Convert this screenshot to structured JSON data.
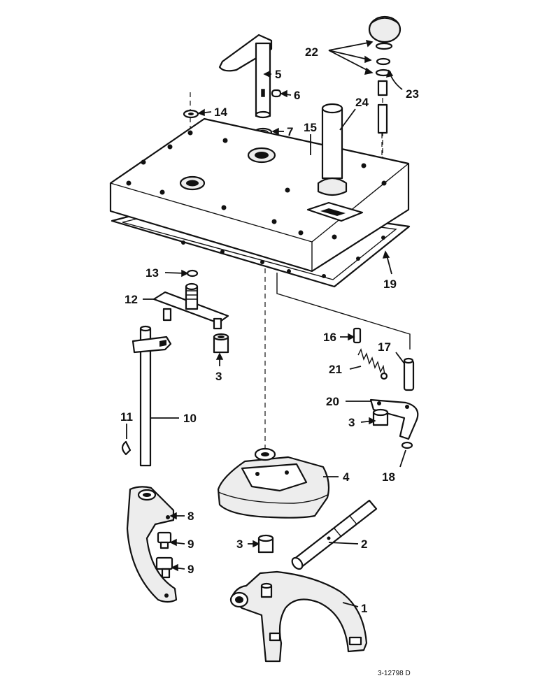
{
  "figure": {
    "drawing_number": "3-12798 D",
    "callouts": [
      "1",
      "2",
      "3",
      "4",
      "5",
      "6",
      "7",
      "8",
      "9",
      "10",
      "11",
      "12",
      "13",
      "14",
      "15",
      "16",
      "17",
      "18",
      "19",
      "20",
      "21",
      "22",
      "23",
      "24"
    ]
  },
  "labels": {
    "c1": "1",
    "c2": "2",
    "c3a": "3",
    "c3b": "3",
    "c3c": "3",
    "c4": "4",
    "c5": "5",
    "c6": "6",
    "c7": "7",
    "c8": "8",
    "c9a": "9",
    "c9b": "9",
    "c10": "10",
    "c11": "11",
    "c12": "12",
    "c13": "13",
    "c14": "14",
    "c15": "15",
    "c16": "16",
    "c17": "17",
    "c18": "18",
    "c19": "19",
    "c20": "20",
    "c21": "21",
    "c22": "22",
    "c23": "23",
    "c24": "24"
  }
}
